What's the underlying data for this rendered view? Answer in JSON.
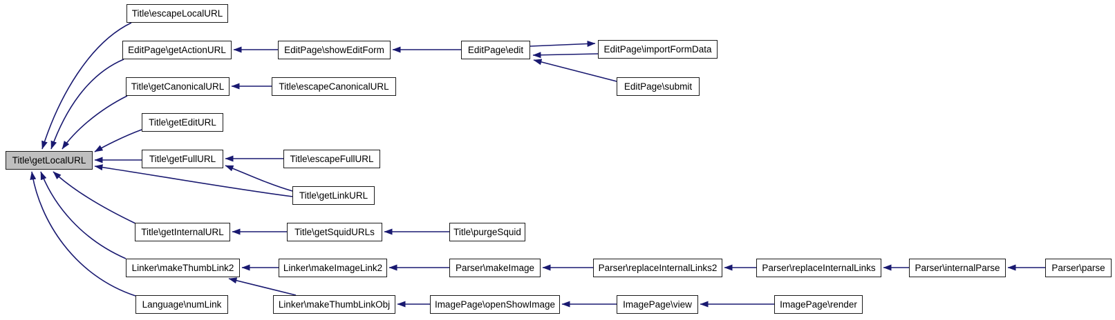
{
  "diagram": {
    "focus": "Title\\getLocalURL",
    "colors": {
      "edge": "#191970",
      "node_border": "#1a1a1a",
      "node_fill": "#ffffff",
      "focus_fill": "#bfbfbf",
      "text": "#000000",
      "background": "#ffffff"
    },
    "nodes": [
      {
        "id": "getLocalURL",
        "label": "Title\\getLocalURL"
      },
      {
        "id": "escapeLocalURL",
        "label": "Title\\escapeLocalURL"
      },
      {
        "id": "getActionURL",
        "label": "EditPage\\getActionURL"
      },
      {
        "id": "showEditForm",
        "label": "EditPage\\showEditForm"
      },
      {
        "id": "edit",
        "label": "EditPage\\edit"
      },
      {
        "id": "importFormData",
        "label": "EditPage\\importFormData"
      },
      {
        "id": "submit",
        "label": "EditPage\\submit"
      },
      {
        "id": "getCanonicalURL",
        "label": "Title\\getCanonicalURL"
      },
      {
        "id": "escapeCanonicalURL",
        "label": "Title\\escapeCanonicalURL"
      },
      {
        "id": "getEditURL",
        "label": "Title\\getEditURL"
      },
      {
        "id": "getFullURL",
        "label": "Title\\getFullURL"
      },
      {
        "id": "escapeFullURL",
        "label": "Title\\escapeFullURL"
      },
      {
        "id": "getLinkURL",
        "label": "Title\\getLinkURL"
      },
      {
        "id": "getInternalURL",
        "label": "Title\\getInternalURL"
      },
      {
        "id": "getSquidURLs",
        "label": "Title\\getSquidURLs"
      },
      {
        "id": "purgeSquid",
        "label": "Title\\purgeSquid"
      },
      {
        "id": "makeThumbLink2",
        "label": "Linker\\makeThumbLink2"
      },
      {
        "id": "makeImageLink2",
        "label": "Linker\\makeImageLink2"
      },
      {
        "id": "makeImage",
        "label": "Parser\\makeImage"
      },
      {
        "id": "replaceInternalLinks2",
        "label": "Parser\\replaceInternalLinks2"
      },
      {
        "id": "replaceInternalLinks",
        "label": "Parser\\replaceInternalLinks"
      },
      {
        "id": "internalParse",
        "label": "Parser\\internalParse"
      },
      {
        "id": "parse",
        "label": "Parser\\parse"
      },
      {
        "id": "numLink",
        "label": "Language\\numLink"
      },
      {
        "id": "makeThumbLinkObj",
        "label": "Linker\\makeThumbLinkObj"
      },
      {
        "id": "openShowImage",
        "label": "ImagePage\\openShowImage"
      },
      {
        "id": "view",
        "label": "ImagePage\\view"
      },
      {
        "id": "render",
        "label": "ImagePage\\render"
      }
    ],
    "edges": [
      {
        "from": "escapeLocalURL",
        "to": "getLocalURL"
      },
      {
        "from": "getActionURL",
        "to": "getLocalURL"
      },
      {
        "from": "getCanonicalURL",
        "to": "getLocalURL"
      },
      {
        "from": "getEditURL",
        "to": "getLocalURL"
      },
      {
        "from": "getFullURL",
        "to": "getLocalURL"
      },
      {
        "from": "getLinkURL",
        "to": "getLocalURL"
      },
      {
        "from": "getInternalURL",
        "to": "getLocalURL"
      },
      {
        "from": "makeThumbLink2",
        "to": "getLocalURL"
      },
      {
        "from": "numLink",
        "to": "getLocalURL"
      },
      {
        "from": "showEditForm",
        "to": "getActionURL"
      },
      {
        "from": "edit",
        "to": "showEditForm"
      },
      {
        "from": "edit",
        "to": "importFormData"
      },
      {
        "from": "importFormData",
        "to": "edit"
      },
      {
        "from": "submit",
        "to": "edit"
      },
      {
        "from": "escapeCanonicalURL",
        "to": "getCanonicalURL"
      },
      {
        "from": "escapeFullURL",
        "to": "getFullURL"
      },
      {
        "from": "getLinkURL",
        "to": "getFullURL"
      },
      {
        "from": "getSquidURLs",
        "to": "getInternalURL"
      },
      {
        "from": "purgeSquid",
        "to": "getSquidURLs"
      },
      {
        "from": "makeImageLink2",
        "to": "makeThumbLink2"
      },
      {
        "from": "makeThumbLinkObj",
        "to": "makeThumbLink2"
      },
      {
        "from": "makeImage",
        "to": "makeImageLink2"
      },
      {
        "from": "replaceInternalLinks2",
        "to": "makeImage"
      },
      {
        "from": "replaceInternalLinks",
        "to": "replaceInternalLinks2"
      },
      {
        "from": "internalParse",
        "to": "replaceInternalLinks"
      },
      {
        "from": "parse",
        "to": "internalParse"
      },
      {
        "from": "openShowImage",
        "to": "makeThumbLinkObj"
      },
      {
        "from": "view",
        "to": "openShowImage"
      },
      {
        "from": "render",
        "to": "view"
      }
    ]
  }
}
